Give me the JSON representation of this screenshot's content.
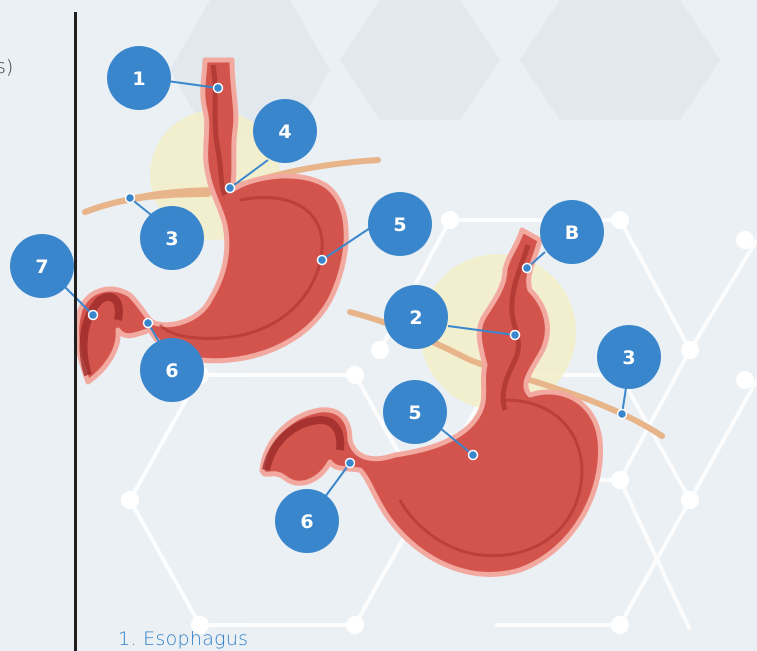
{
  "left_fragment": "s)",
  "caption": "1. Esophagus",
  "colors": {
    "background": "#ebf0f4",
    "callout_blue": "#3a86cc",
    "stomach_fill": "#d2544c",
    "stomach_dark": "#a8302e",
    "stomach_outline": "#f2a9a0",
    "diaphragm": "#e8b48a",
    "highlight_glow": "#f3efc8",
    "lattice": "#ffffff",
    "divider": "#1f1f1f",
    "caption_text": "#2f80c8"
  },
  "callouts": [
    {
      "id": "c1",
      "label": "1"
    },
    {
      "id": "c4",
      "label": "4"
    },
    {
      "id": "c3a",
      "label": "3"
    },
    {
      "id": "c5a",
      "label": "5"
    },
    {
      "id": "c7",
      "label": "7"
    },
    {
      "id": "c6a",
      "label": "6"
    },
    {
      "id": "cB",
      "label": "B"
    },
    {
      "id": "c2",
      "label": "2"
    },
    {
      "id": "c3b",
      "label": "3"
    },
    {
      "id": "c5b",
      "label": "5"
    },
    {
      "id": "c6b",
      "label": "6"
    }
  ]
}
